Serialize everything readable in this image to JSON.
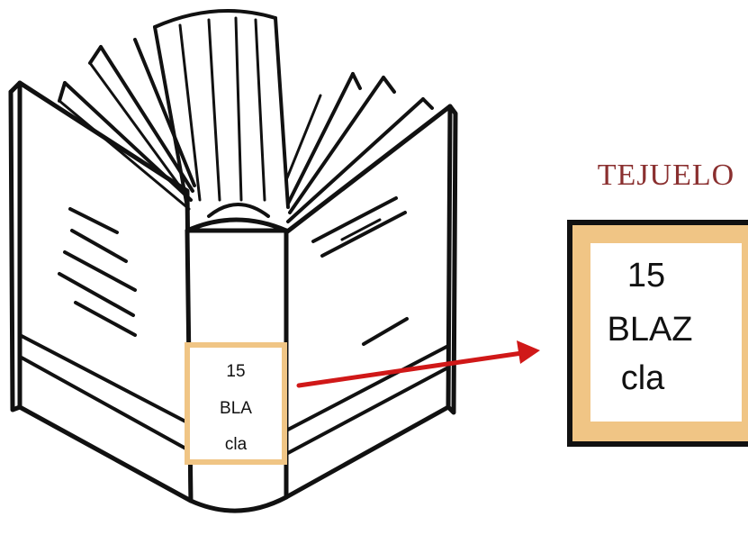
{
  "heading": "TEJUELO",
  "spine_label": {
    "line1": "15",
    "line2": "BLA",
    "line3": "cla"
  },
  "label_card": {
    "line1": "15",
    "line2": "BLAZ",
    "line3": "cla"
  },
  "colors": {
    "heading": "#8a2f2f",
    "label_border": "#f0c585",
    "label_frame": "#111111",
    "arrow": "#d01818",
    "ink": "#111111"
  }
}
